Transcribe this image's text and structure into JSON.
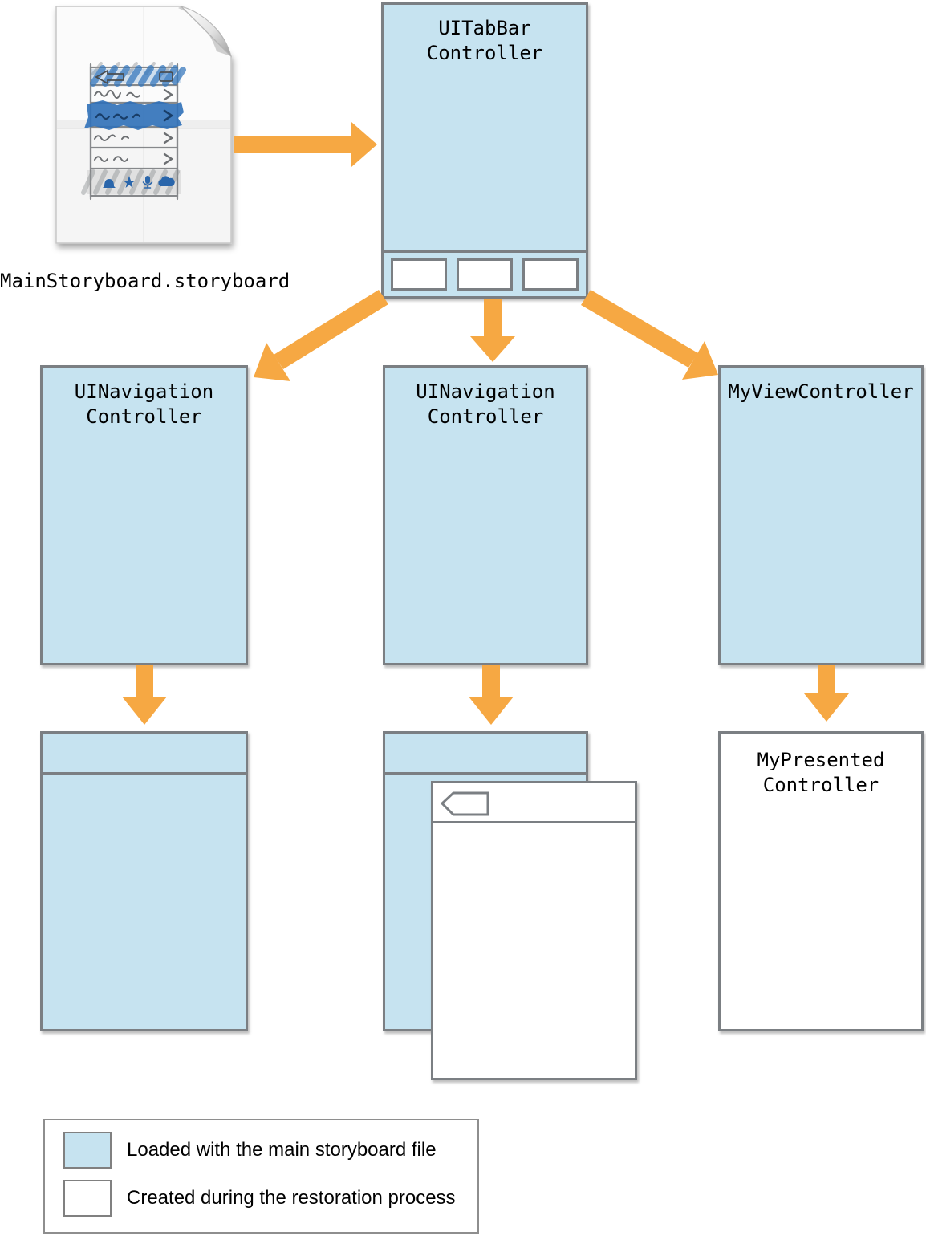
{
  "colors": {
    "storyboard_blue": "#C6E3F0",
    "restoration_white": "#FFFFFF",
    "arrow_orange": "#F6A843",
    "box_border_gray": "#7B7F83",
    "sketch_marker_blue": "#2F70B8"
  },
  "file": {
    "label": "MainStoryboard.storyboard"
  },
  "boxes": {
    "tab_bar_controller": {
      "label": "UITabBar\nController"
    },
    "nav_controller_left": {
      "label": "UINavigation\nController"
    },
    "nav_controller_middle": {
      "label": "UINavigation\nController"
    },
    "my_view_controller": {
      "label": "MyViewController"
    },
    "my_presented_controller": {
      "label": "MyPresented\nController"
    }
  },
  "legend": {
    "items": [
      {
        "swatch": "storyboard-blue",
        "label": "Loaded with the main storyboard file"
      },
      {
        "swatch": "restoration-white",
        "label": "Created during the restoration process"
      }
    ]
  }
}
